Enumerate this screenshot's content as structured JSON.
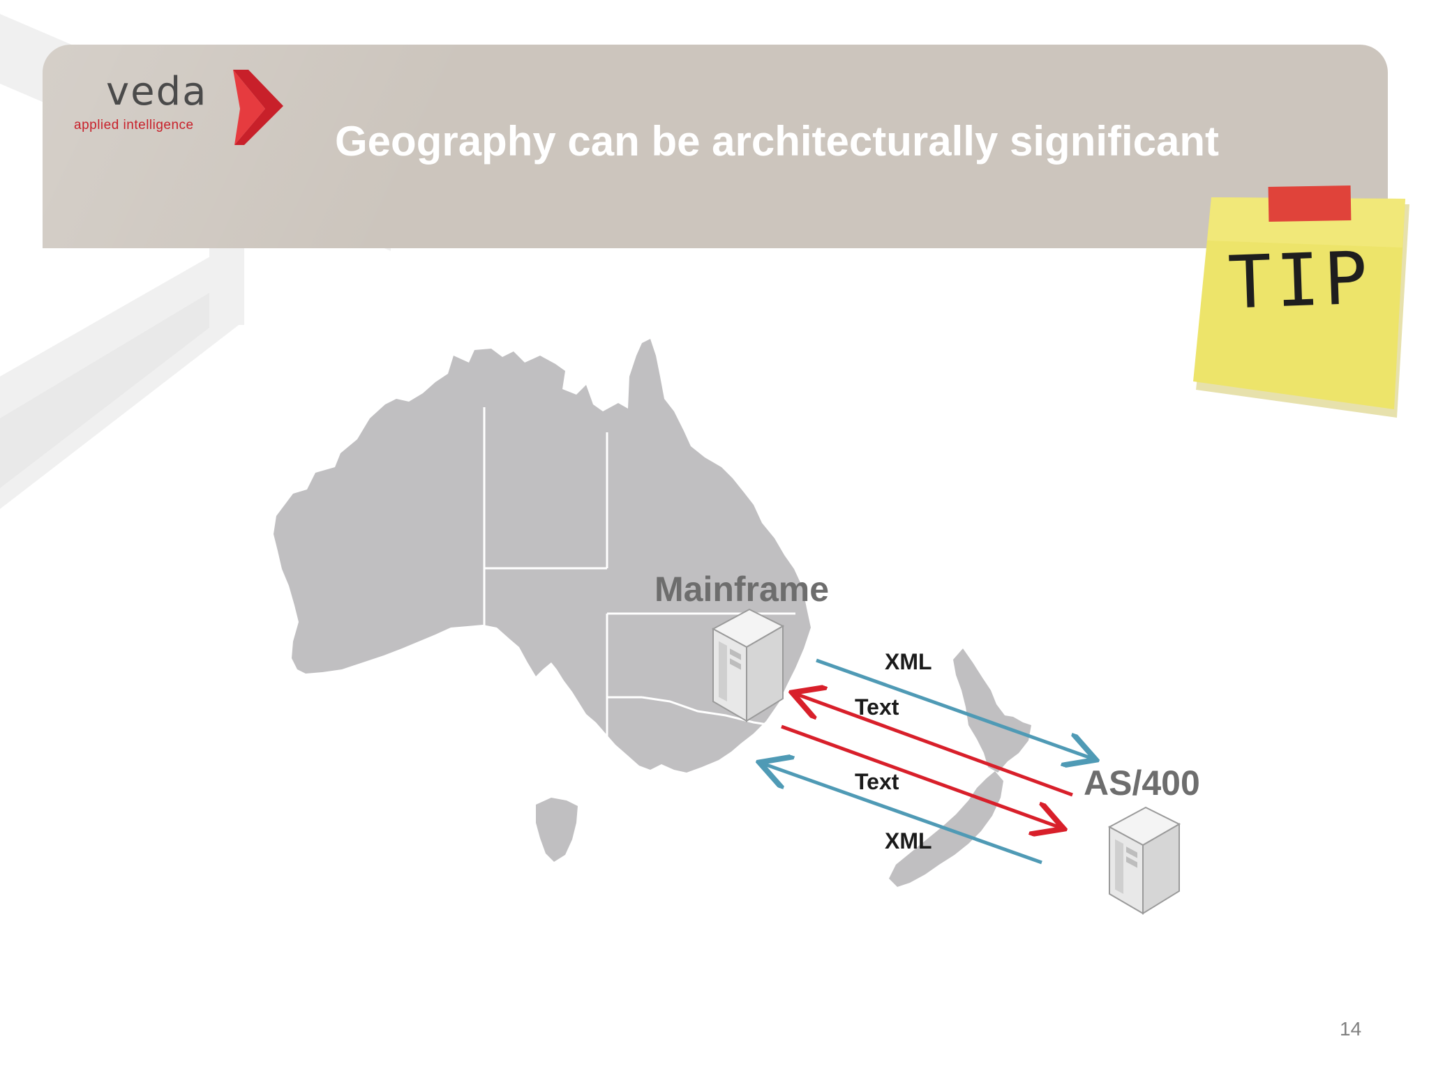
{
  "slide": {
    "title": "Geography can be architecturally significant",
    "page_number": "14"
  },
  "logo": {
    "wordmark": "veda",
    "tagline": "applied intelligence",
    "accent_color": "#c8202a"
  },
  "tip_note": {
    "text": "TIP",
    "note_color": "#ede46a",
    "tape_color": "#e0433a"
  },
  "diagram": {
    "servers": [
      {
        "name": "Mainframe",
        "icon": "server-icon"
      },
      {
        "name": "AS/400",
        "icon": "server-icon"
      }
    ],
    "flows": [
      {
        "label": "XML",
        "direction": "Mainframe to AS/400",
        "color": "#4f9ab5"
      },
      {
        "label": "Text",
        "direction": "AS/400 to Mainframe",
        "color": "#d81f2a"
      },
      {
        "label": "Text",
        "direction": "Mainframe to AS/400",
        "color": "#d81f2a"
      },
      {
        "label": "XML",
        "direction": "AS/400 to Mainframe",
        "color": "#4f9ab5"
      }
    ],
    "map_color": "#c0bfc1",
    "border_color": "#ffffff"
  },
  "colors": {
    "header_bar": "#ccc5bd",
    "title_text": "#ffffff",
    "server_label": "#6d6d6d"
  }
}
